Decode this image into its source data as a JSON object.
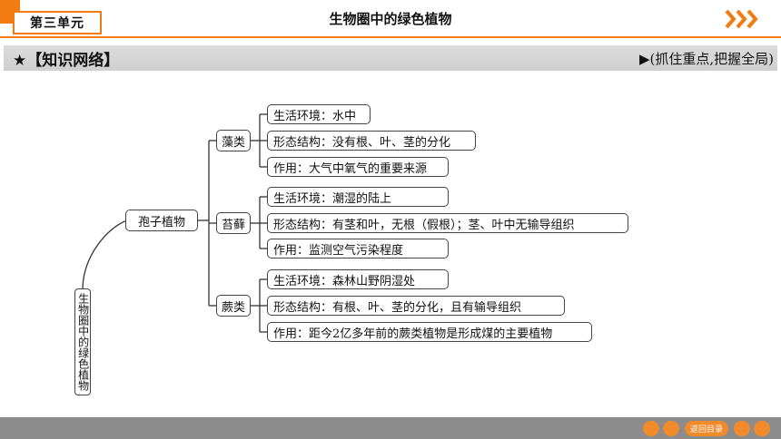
{
  "header": {
    "unit_label": "第三单元",
    "title": "生物圈中的绿色植物"
  },
  "section": {
    "title": "★【知识网络】",
    "subtitle": "▶(抓住重点,把握全局)"
  },
  "diagram": {
    "root": "生物圈中的绿色植物",
    "level1": "孢子植物",
    "groups": [
      {
        "name": "藻类",
        "items": [
          "生活环境：水中",
          "形态结构：没有根、叶、茎的分化",
          "作用：大气中氧气的重要来源"
        ]
      },
      {
        "name": "苔藓",
        "items": [
          "生活环境：潮湿的陆上",
          "形态结构：有茎和叶，无根（假根）；茎、叶中无输导组织",
          "作用：监测空气污染程度"
        ]
      },
      {
        "name": "蕨类",
        "items": [
          "生活环境：森林山野阴湿处",
          "形态结构：有根、叶、茎的分化，且有输导组织",
          "作用：距今2亿多年前的蕨类植物是形成煤的主要植物"
        ]
      }
    ]
  },
  "footer": {
    "return_label": "返回目录"
  },
  "colors": {
    "accent": "#f27c12",
    "footer": "#8c8c8c",
    "section_bar": "#d4d4d4"
  }
}
